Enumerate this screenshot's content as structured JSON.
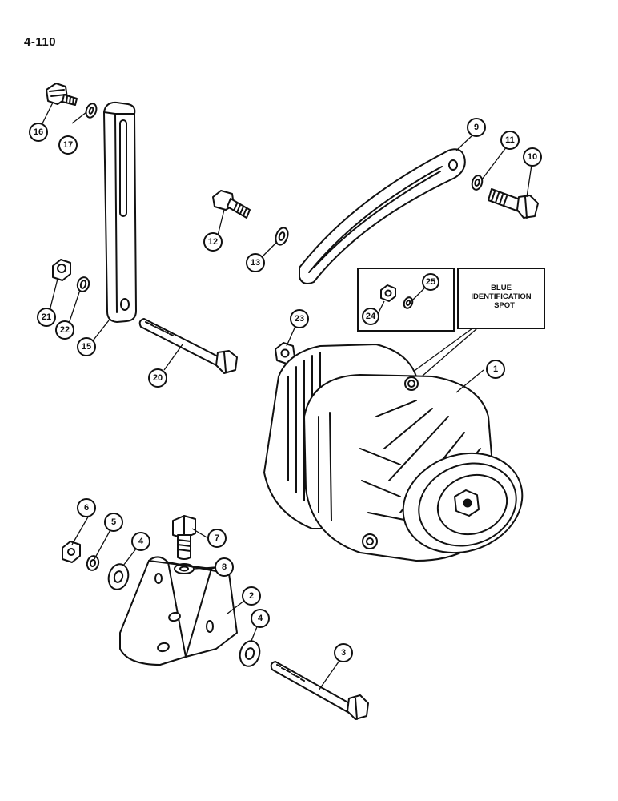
{
  "page": {
    "number": "4-110"
  },
  "note": {
    "line1": "BLUE",
    "line2": "IDENTIFICATION",
    "line3": "SPOT"
  },
  "callouts": {
    "c1": "1",
    "c2": "2",
    "c3": "3",
    "c4a": "4",
    "c4b": "4",
    "c5": "5",
    "c6": "6",
    "c7": "7",
    "c8": "8",
    "c9": "9",
    "c10": "10",
    "c11": "11",
    "c12": "12",
    "c13": "13",
    "c15": "15",
    "c16": "16",
    "c17": "17",
    "c20": "20",
    "c21": "21",
    "c22": "22",
    "c23": "23",
    "c24": "24",
    "c25": "25"
  }
}
